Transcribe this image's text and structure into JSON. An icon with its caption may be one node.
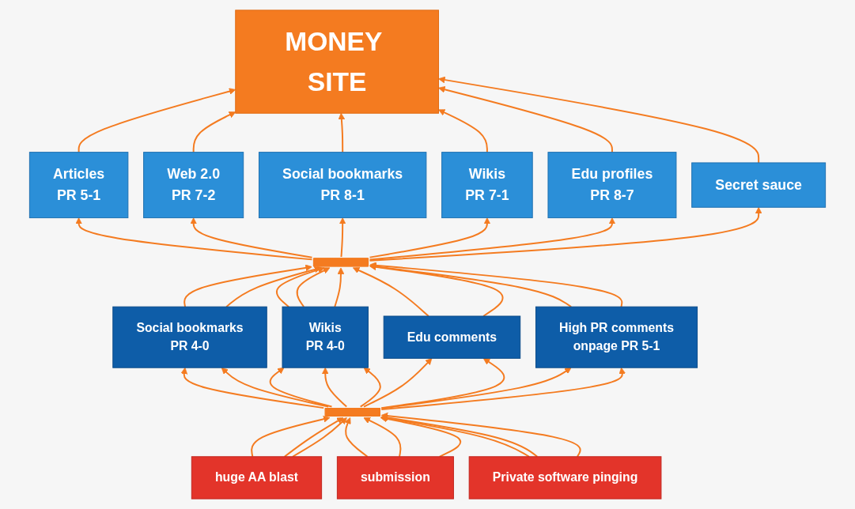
{
  "diagram": {
    "nodes": [
      {
        "text": [
          "MONEY SITE"
        ]
      },
      {
        "text": [
          "Articles",
          "PR 5-1"
        ]
      },
      {
        "text": [
          "Web 2.0",
          "PR 7-2"
        ]
      },
      {
        "text": [
          "Social bookmarks",
          "PR 8-1"
        ]
      },
      {
        "text": [
          "Wikis",
          "PR 7-1"
        ]
      },
      {
        "text": [
          "Edu profiles",
          "PR 8-7"
        ]
      },
      {
        "text": [
          "Secret sauce"
        ]
      },
      {
        "text": [],
        "shape": "bar"
      },
      {
        "text": [
          "Social bookmarks",
          "PR 4-0"
        ]
      },
      {
        "text": [
          "Wikis",
          "PR 4-0"
        ]
      },
      {
        "text": [
          "Edu comments"
        ]
      },
      {
        "text": [
          "High PR comments",
          "onpage PR 5-1"
        ]
      },
      {
        "text": [],
        "shape": "bar"
      },
      {
        "text": [
          "huge AA blast"
        ]
      },
      {
        "text": [
          "submission"
        ]
      },
      {
        "text": [
          "Private software pinging"
        ]
      }
    ],
    "edges": [
      {
        "from": 1,
        "to": 0,
        "arrow": "to"
      },
      {
        "from": 2,
        "to": 0,
        "arrow": "to"
      },
      {
        "from": 3,
        "to": 0,
        "arrow": "to"
      },
      {
        "from": 4,
        "to": 0,
        "arrow": "to"
      },
      {
        "from": 5,
        "to": 0,
        "arrow": "to"
      },
      {
        "from": 6,
        "to": 0,
        "arrow": "to"
      },
      {
        "from": 7,
        "to": 1,
        "arrow": "to"
      },
      {
        "from": 7,
        "to": 2,
        "arrow": "to"
      },
      {
        "from": 7,
        "to": 3,
        "arrow": "to"
      },
      {
        "from": 7,
        "to": 4,
        "arrow": "to"
      },
      {
        "from": 7,
        "to": 5,
        "arrow": "to"
      },
      {
        "from": 7,
        "to": 6,
        "arrow": "to"
      },
      {
        "from": 8,
        "to": 7,
        "arrow": "to"
      },
      {
        "from": 8,
        "to": 7,
        "arrow": "to"
      },
      {
        "from": 9,
        "to": 7,
        "arrow": "to"
      },
      {
        "from": 9,
        "to": 7,
        "arrow": "to"
      },
      {
        "from": 9,
        "to": 7,
        "arrow": "to"
      },
      {
        "from": 10,
        "to": 7,
        "arrow": "to"
      },
      {
        "from": 10,
        "to": 7,
        "arrow": "to"
      },
      {
        "from": 11,
        "to": 7,
        "arrow": "to"
      },
      {
        "from": 11,
        "to": 7,
        "arrow": "to"
      },
      {
        "from": 12,
        "to": 8,
        "arrow": "to"
      },
      {
        "from": 12,
        "to": 8,
        "arrow": "to"
      },
      {
        "from": 12,
        "to": 9,
        "arrow": "to"
      },
      {
        "from": 12,
        "to": 9,
        "arrow": "to"
      },
      {
        "from": 12,
        "to": 9,
        "arrow": "to"
      },
      {
        "from": 12,
        "to": 10,
        "arrow": "to"
      },
      {
        "from": 12,
        "to": 10,
        "arrow": "to"
      },
      {
        "from": 12,
        "to": 11,
        "arrow": "to"
      },
      {
        "from": 12,
        "to": 11,
        "arrow": "to"
      },
      {
        "from": 13,
        "to": 12,
        "arrow": "to"
      },
      {
        "from": 13,
        "to": 12,
        "arrow": "to"
      },
      {
        "from": 13,
        "to": 12,
        "arrow": "to"
      },
      {
        "from": 14,
        "to": 12,
        "arrow": "to"
      },
      {
        "from": 14,
        "to": 12,
        "arrow": "to"
      },
      {
        "from": 14,
        "to": 12,
        "arrow": "to"
      },
      {
        "from": 15,
        "to": 12,
        "arrow": "to"
      },
      {
        "from": 15,
        "to": 12,
        "arrow": "to"
      },
      {
        "from": 15,
        "to": 12,
        "arrow": "to"
      }
    ]
  }
}
